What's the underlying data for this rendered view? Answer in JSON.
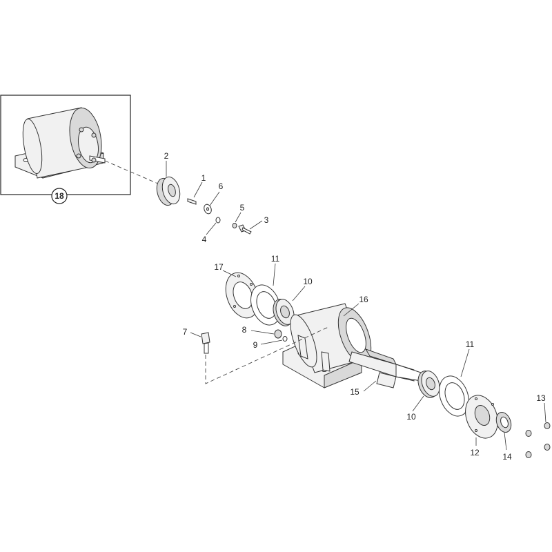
{
  "callouts": {
    "c1": "1",
    "c2": "2",
    "c3": "3",
    "c4": "4",
    "c5": "5",
    "c6": "6",
    "c7": "7",
    "c8": "8",
    "c9": "9",
    "c10a": "10",
    "c10b": "10",
    "c11a": "11",
    "c11b": "11",
    "c12": "12",
    "c13": "13",
    "c14": "14",
    "c15": "15",
    "c16": "16",
    "c17": "17",
    "c18": "18"
  }
}
